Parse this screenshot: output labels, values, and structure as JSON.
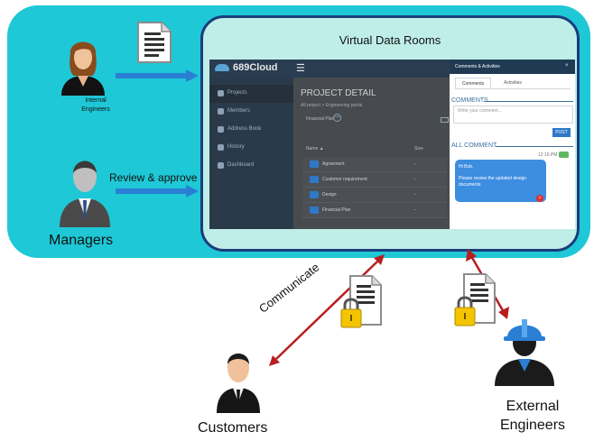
{
  "diagram": {
    "container_title": "Virtual Data Rooms",
    "actors": {
      "internal_engineers": "Internal Engineers",
      "managers": "Managers",
      "customers": "Customers",
      "external_engineers": "External Engineers"
    },
    "edges": {
      "managers": "Review & approve",
      "customers": "Communicate"
    }
  },
  "app": {
    "logo_text": "689Cloud",
    "menu_icon": "☰",
    "sidebar": [
      "Projects",
      "Members",
      "Address Book",
      "History",
      "Dashboard"
    ],
    "page_title": "PROJECT DETAIL",
    "breadcrumb": "All project > Engineering portal",
    "current_folder": "Financial Plan",
    "more_icon": "•••",
    "columns": {
      "name": "Name ▲",
      "size": "Size"
    },
    "files": [
      "Agreement",
      "Customer requirement",
      "Design",
      "Financial Plan"
    ],
    "size_placeholder": "--",
    "panel": {
      "header": "Comments & Activities",
      "close": "×",
      "tabs": [
        "Comments",
        "Activities"
      ],
      "comments_label": "COMMENTS",
      "comment_placeholder": "Write your comment...",
      "post_button": "POST",
      "all_comment_label": "ALL COMMENT",
      "message_time": "12:16 PM",
      "message_lines": [
        "Hi Bob,",
        "Please review the updated design documents"
      ],
      "delete_icon": "×"
    }
  },
  "colors": {
    "outer_region": "#1ec8d6",
    "inner_region": "#bfeee8",
    "inner_border": "#1a3d7c",
    "flow_arrow": "#2a7fd4",
    "link_arrow": "#b81e1e",
    "lock": "#f5c400"
  }
}
